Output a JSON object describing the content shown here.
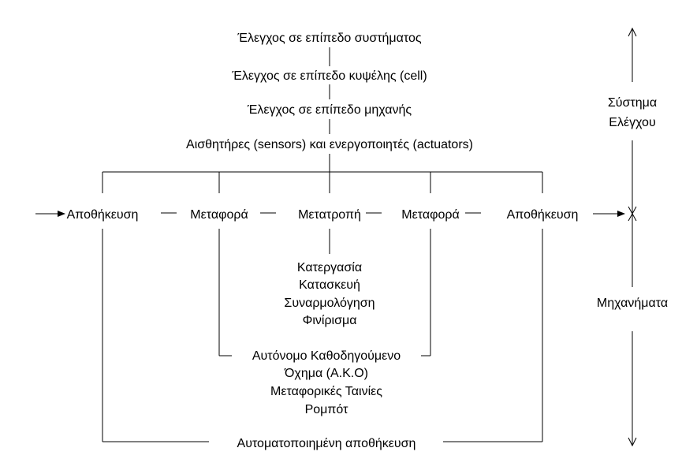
{
  "control_levels": [
    "Έλεγχος σε επίπεδο συστήματος",
    "Έλεγχος σε επίπεδο κυψέλης (cell)",
    "Έλεγχος σε επίπεδο μηχανής",
    "Αισθητήρες (sensors) και ενεργοποιητές (actuators)"
  ],
  "flow": [
    "Αποθήκευση",
    "Μεταφορά",
    "Μετατροπή",
    "Μεταφορά",
    "Αποθήκευση"
  ],
  "conversion_items": [
    "Κατεργασία",
    "Κατασκευή",
    "Συναρμολόγηση",
    "Φινίρισμα"
  ],
  "transport_items": [
    "Αυτόνομο Καθοδηγούμενο",
    "Όχημα (Α.Κ.Ο)",
    "Μεταφορικές Ταινίες",
    "Ρομπότ"
  ],
  "storage_item": "Αυτοματοποιημένη αποθήκευση",
  "axis": {
    "control_system": [
      "Σύστημα",
      "Ελέγχου"
    ],
    "machines": "Μηχανήματα"
  }
}
